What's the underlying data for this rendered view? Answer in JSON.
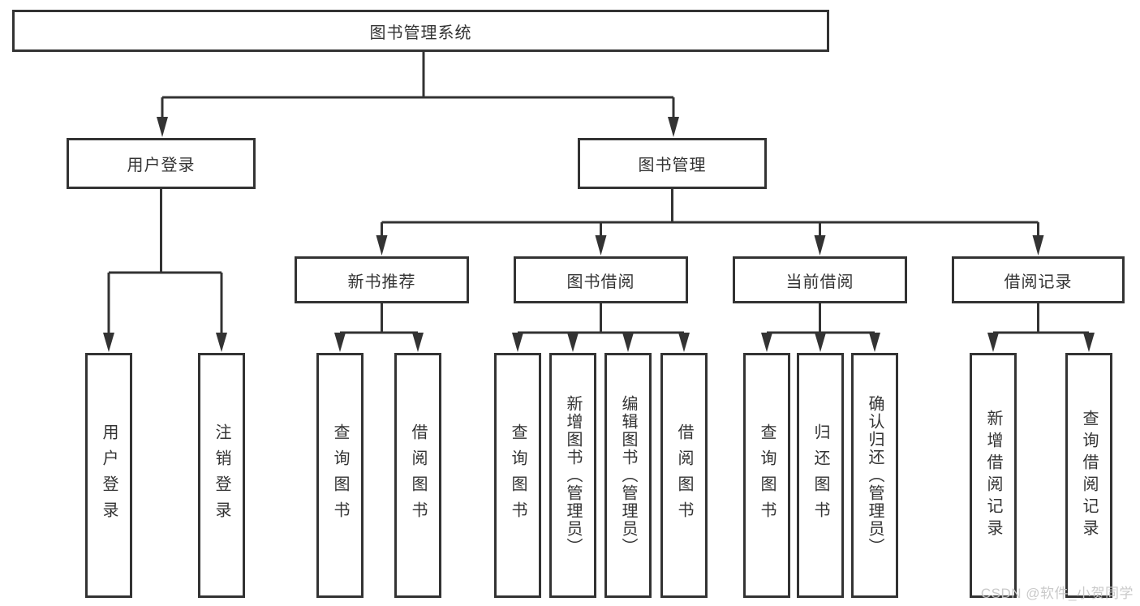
{
  "diagram": {
    "type": "hierarchy-tree",
    "root": {
      "label": "图书管理系统",
      "children": [
        {
          "label": "用户登录",
          "children": [
            {
              "label": "用户登录"
            },
            {
              "label": "注销登录"
            }
          ]
        },
        {
          "label": "图书管理",
          "children": [
            {
              "label": "新书推荐",
              "children": [
                {
                  "label": "查询图书"
                },
                {
                  "label": "借阅图书"
                }
              ]
            },
            {
              "label": "图书借阅",
              "children": [
                {
                  "label": "查询图书"
                },
                {
                  "label": "新增图书（管理员）"
                },
                {
                  "label": "编辑图书（管理员）"
                },
                {
                  "label": "借阅图书"
                }
              ]
            },
            {
              "label": "当前借阅",
              "children": [
                {
                  "label": "查询图书"
                },
                {
                  "label": "归还图书"
                },
                {
                  "label": "确认归还（管理员）"
                }
              ]
            },
            {
              "label": "借阅记录",
              "children": [
                {
                  "label": "新增借阅记录"
                },
                {
                  "label": "查询借阅记录"
                }
              ]
            }
          ]
        }
      ]
    }
  },
  "colors": {
    "line": "#333333",
    "box_border": "#333333",
    "box_fill": "#ffffff",
    "text": "#333333",
    "watermark": "#c7c7c7",
    "background": "#ffffff"
  },
  "watermark": {
    "text": "CSDN @软件_小贺同学"
  }
}
